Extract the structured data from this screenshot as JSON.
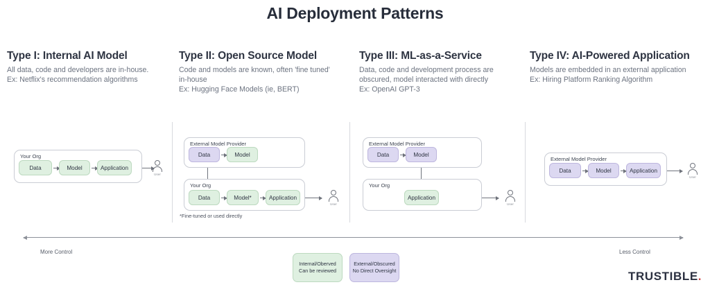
{
  "title": "AI Deployment Patterns",
  "brand": {
    "name": "TRUSTIBLE",
    "dot": "."
  },
  "colors": {
    "internal_fill": "#dff0e1",
    "internal_border": "#bcd9bf",
    "external_fill": "#dcd8f1",
    "external_border": "#bdb6de",
    "text": "#2e3442",
    "muted_text": "#6c7380",
    "line": "#6f737c",
    "brand_dot": "#d24b4b"
  },
  "columns": [
    {
      "id": "type-1",
      "title": "Type I: Internal AI Model",
      "description_lines": [
        "All data, code and developers are in-house.",
        "Ex: Netflix's recommendation algorithms"
      ],
      "diagram": {
        "groups": [
          {
            "label": "Your Org",
            "nodes": [
              {
                "label": "Data",
                "kind": "internal"
              },
              {
                "label": "Model",
                "kind": "internal"
              },
              {
                "label": "Application",
                "kind": "internal"
              }
            ]
          }
        ],
        "user_label": "User",
        "footnote": ""
      }
    },
    {
      "id": "type-2",
      "title": "Type II: Open Source Model",
      "description_lines": [
        "Code and models are known, often 'fine tuned'",
        "in-house",
        "Ex: Hugging Face Models (ie, BERT)"
      ],
      "diagram": {
        "groups": [
          {
            "label": "External Model Provider",
            "nodes": [
              {
                "label": "Data",
                "kind": "external"
              },
              {
                "label": "Model",
                "kind": "internal"
              }
            ]
          },
          {
            "label": "Your Org",
            "nodes": [
              {
                "label": "Data",
                "kind": "internal"
              },
              {
                "label": "Model*",
                "kind": "internal"
              },
              {
                "label": "Application",
                "kind": "internal"
              }
            ]
          }
        ],
        "user_label": "User",
        "footnote": "*Fine-tuned or used directly"
      }
    },
    {
      "id": "type-3",
      "title": "Type III: ML-as-a-Service",
      "description_lines": [
        "Data, code and development process are",
        "obscured, model interacted with directly",
        "Ex: OpenAI GPT-3"
      ],
      "diagram": {
        "groups": [
          {
            "label": "External Model Provider",
            "nodes": [
              {
                "label": "Data",
                "kind": "external"
              },
              {
                "label": "Model",
                "kind": "external"
              }
            ]
          },
          {
            "label": "Your Org",
            "nodes": [
              {
                "label": "Application",
                "kind": "internal"
              }
            ]
          }
        ],
        "user_label": "User",
        "footnote": ""
      }
    },
    {
      "id": "type-4",
      "title": "Type IV: AI-Powered Application",
      "description_lines": [
        "Models are embedded in an external application",
        "Ex: Hiring Platform Ranking Algorithm"
      ],
      "diagram": {
        "groups": [
          {
            "label": "External Model Provider",
            "nodes": [
              {
                "label": "Data",
                "kind": "external"
              },
              {
                "label": "Model",
                "kind": "external"
              },
              {
                "label": "Application",
                "kind": "external"
              }
            ]
          }
        ],
        "user_label": "User",
        "footnote": ""
      }
    }
  ],
  "spectrum": {
    "left_label": "More Control",
    "right_label": "Less Control"
  },
  "legend": [
    {
      "id": "internal",
      "line1": "Internal/Oberved",
      "line2": "Can be reviewed"
    },
    {
      "id": "external",
      "line1": "External/Obscured",
      "line2": "No Direct Oversight"
    }
  ]
}
